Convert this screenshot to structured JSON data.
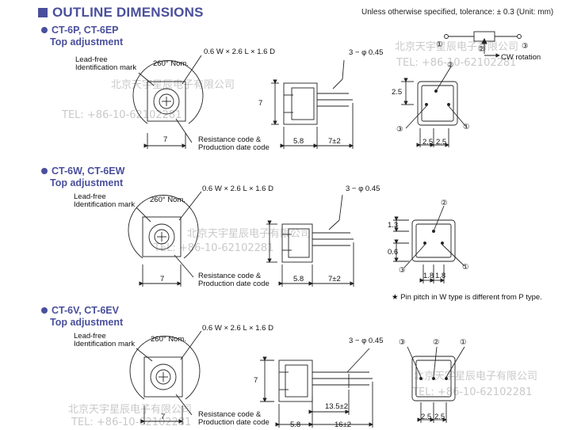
{
  "header": {
    "title": "OUTLINE DIMENSIONS",
    "tolerance_note": "Unless otherwise specified, tolerance: ± 0.3 (Unit: mm)"
  },
  "watermark": {
    "line1": "北京天宇星辰电子有限公司",
    "line2": "TEL: +86-10-62102281"
  },
  "sections": [
    {
      "title": "CT-6P, CT-6EP",
      "subtitle": "Top adjustment",
      "lead_free": [
        "Lead-free",
        "Identification mark"
      ],
      "nom": "260° Nom.",
      "size": "0.6 W × 2.6 L × 1.6 D",
      "pin_dia": "3 − φ 0.45",
      "dims": {
        "width": "7",
        "height": "7",
        "depth": "5.8",
        "lead": "7±2",
        "pitch_a": "2.5",
        "pitch_b": "2.5",
        "offset": "2.5"
      },
      "res_code": [
        "Resistance code &",
        "Production date code"
      ],
      "pins": [
        "①",
        "②",
        "③"
      ],
      "rotation": "CW rotation"
    },
    {
      "title": "CT-6W, CT-6EW",
      "subtitle": "Top adjustment",
      "lead_free": [
        "Lead-free",
        "Identification mark"
      ],
      "nom": "260° Nom.",
      "size": "0.6 W × 2.6 L × 1.6 D",
      "pin_dia": "3 − φ 0.45",
      "dims": {
        "width": "7",
        "depth": "5.8",
        "lead": "7±2",
        "pitch_a": "1.8",
        "pitch_b": "1.8",
        "offset_top": "1.3",
        "offset_bottom": "0.6"
      },
      "res_code": [
        "Resistance code &",
        "Production date code"
      ],
      "pins": [
        "①",
        "②",
        "③"
      ],
      "note": "★ Pin pitch in W type is different from P type."
    },
    {
      "title": "CT-6V, CT-6EV",
      "subtitle": "Top adjustment",
      "lead_free": [
        "Lead-free",
        "Identification mark"
      ],
      "nom": "260° Nom.",
      "size": "0.6 W × 2.6 L × 1.6 D",
      "pin_dia": "3 − φ 0.45",
      "dims": {
        "width": "7",
        "height": "7",
        "depth": "5.8",
        "lead_short": "13.5±2",
        "lead": "16±2",
        "pitch_a": "2.5",
        "pitch_b": "2.5"
      },
      "res_code": [
        "Resistance code &",
        "Production date code"
      ],
      "pins": [
        "①",
        "②",
        "③"
      ]
    }
  ],
  "colors": {
    "accent": "#4a4f9c",
    "line": "#222222",
    "watermark": "#c9c9c9"
  }
}
